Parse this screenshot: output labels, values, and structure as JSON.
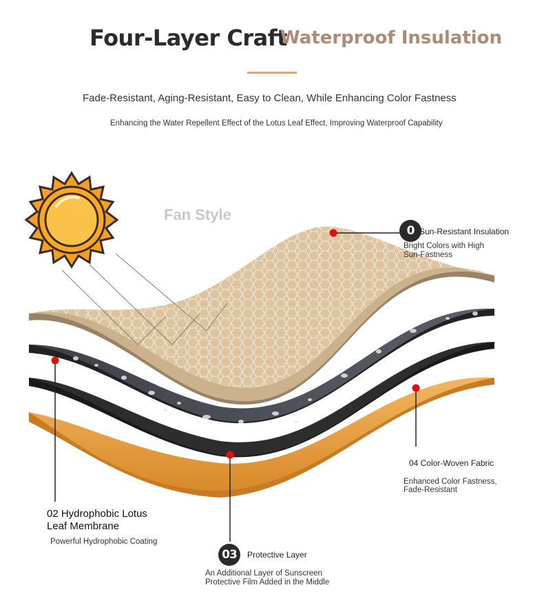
{
  "header": {
    "title": "Four-Layer Craft",
    "title_accent": "Waterproof Insulation",
    "subtitle": "Fade-Resistant, Aging-Resistant, Easy to Clean, While Enhancing Color Fastness",
    "subtext": "Enhancing the Water Repellent Effect of the Lotus Leaf Effect, Improving Waterproof Capability"
  },
  "watermark": "Fan Style",
  "icons": {
    "sun": "sun-icon"
  },
  "layers": {
    "layer1": {
      "badge": "0",
      "title": "Sun-Resistant Insulation",
      "desc_line1": "Bright Colors with High",
      "desc_line2": "Sun-Fastness"
    },
    "layer2": {
      "title_line1": "02 Hydrophobic Lotus",
      "title_line2": "Leaf Membrane",
      "desc": "Powerful Hydrophobic Coating"
    },
    "layer3": {
      "badge": "03",
      "title": "Protective Layer",
      "desc_line1": "An Additional Layer of Sunscreen",
      "desc_line2": "Protective Film Added in the Middle"
    },
    "layer4": {
      "title": "04 Color-Woven Fabric",
      "desc_line1": "Enhanced Color Fastness,",
      "desc_line2": "Fade-Resistant"
    }
  },
  "colors": {
    "accent": "#b08a74",
    "rule": "#e8a07a",
    "tan_layer": "#dcc4a0",
    "dark_layer": "#4a4d55",
    "black_layer": "#2a2a2a",
    "orange_layer": "#e8a24a",
    "marker": "#e01010",
    "sun_orange": "#f5a020"
  }
}
